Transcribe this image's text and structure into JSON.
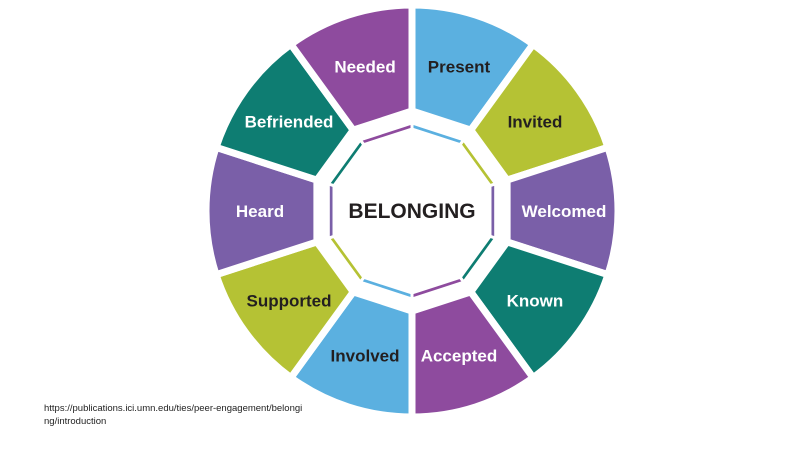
{
  "center_label": "BELONGING",
  "segments": [
    {
      "label": "Present",
      "color": "#5BB0E0",
      "text_color": "#231f20"
    },
    {
      "label": "Invited",
      "color": "#B5C234",
      "text_color": "#231f20"
    },
    {
      "label": "Welcomed",
      "color": "#7A5FA8",
      "text_color": "#ffffff"
    },
    {
      "label": "Known",
      "color": "#0E7D72",
      "text_color": "#ffffff"
    },
    {
      "label": "Accepted",
      "color": "#8E4B9E",
      "text_color": "#ffffff"
    },
    {
      "label": "Involved",
      "color": "#5BB0E0",
      "text_color": "#231f20"
    },
    {
      "label": "Supported",
      "color": "#B5C234",
      "text_color": "#231f20"
    },
    {
      "label": "Heard",
      "color": "#7A5FA8",
      "text_color": "#ffffff"
    },
    {
      "label": "Befriended",
      "color": "#0E7D72",
      "text_color": "#ffffff"
    },
    {
      "label": "Needed",
      "color": "#8E4B9E",
      "text_color": "#ffffff"
    }
  ],
  "source_url": "https://publications.ici.umn.edu/ties/peer-engagement/belonging/introduction"
}
